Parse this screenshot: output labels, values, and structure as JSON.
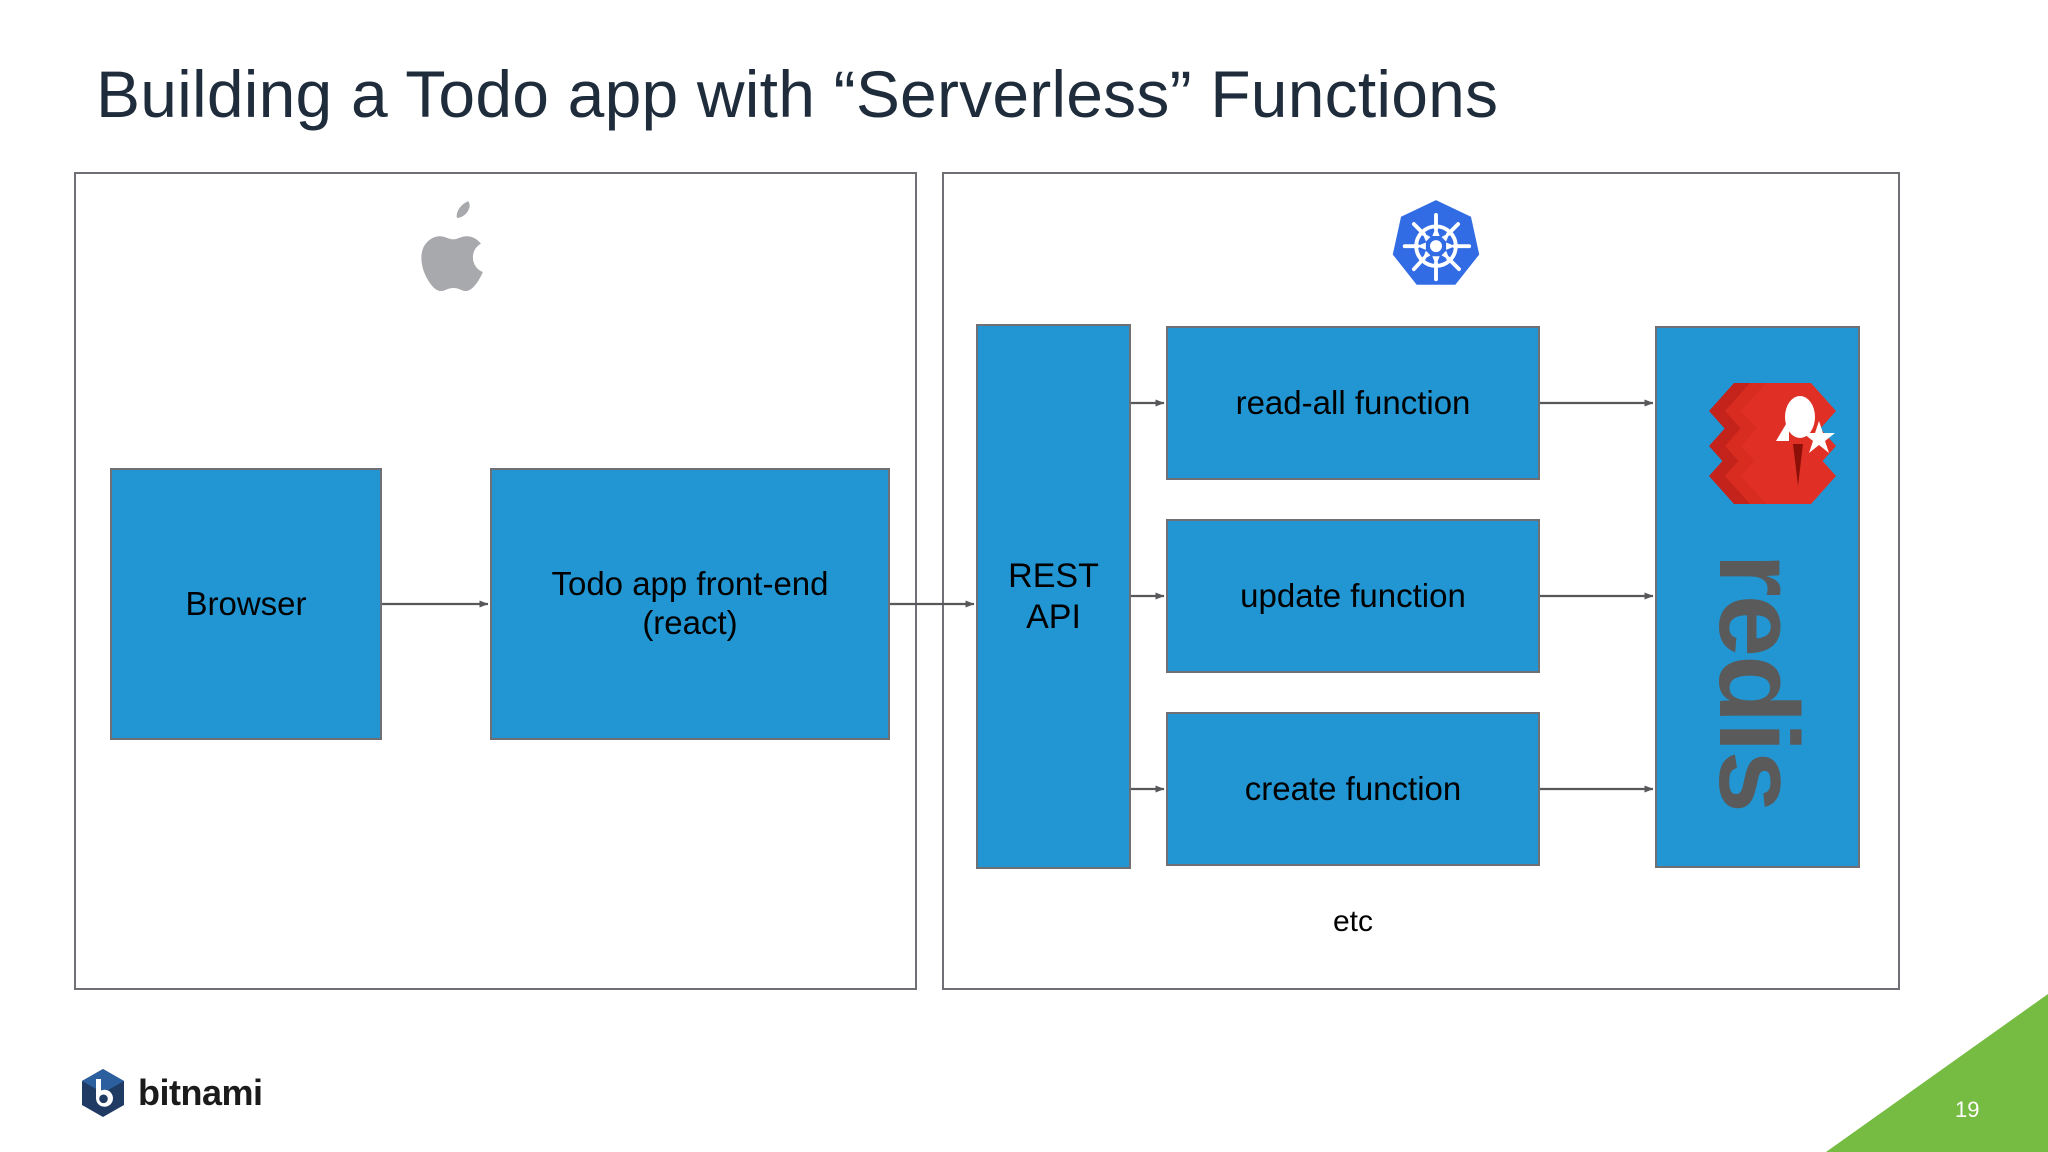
{
  "slide": {
    "title": "Building a Todo app with “Serverless” Functions",
    "page_number": "19",
    "title_color": "#1f2c3b",
    "background_color": "#ffffff",
    "accent_green": "#76bc42",
    "node_fill": "#2196d3",
    "node_border": "#6f6f76"
  },
  "panels": [
    {
      "id": "client",
      "name": "client-panel",
      "platform_icon": "apple-logo"
    },
    {
      "id": "cluster",
      "name": "cluster-panel",
      "platform_icon": "kubernetes-logo"
    }
  ],
  "nodes": {
    "browser": {
      "label": "Browser"
    },
    "frontend": {
      "label": "Todo app front-end\n(react)"
    },
    "rest_api": {
      "label": "REST\nAPI"
    },
    "read_all": {
      "label": "read-all function"
    },
    "update": {
      "label": "update function"
    },
    "create": {
      "label": "create function"
    },
    "redis": {
      "label": "",
      "logo_wordmark": "redis",
      "logo_name": "redis-logo"
    }
  },
  "captions": {
    "etc": "etc"
  },
  "footer": {
    "brand": "bitnami",
    "brand_mark": "bitnami-hexagon-logo"
  },
  "icons": {
    "apple": "apple-logo",
    "kubernetes": "kubernetes-logo",
    "redis": "redis-logo"
  },
  "connectors": [
    {
      "from": "browser",
      "to": "frontend",
      "name": "arrow-browser-to-frontend"
    },
    {
      "from": "frontend",
      "to": "rest_api",
      "name": "arrow-frontend-to-restapi"
    },
    {
      "from": "rest_api",
      "to": "read_all",
      "name": "arrow-restapi-to-readall"
    },
    {
      "from": "rest_api",
      "to": "update",
      "name": "arrow-restapi-to-update"
    },
    {
      "from": "rest_api",
      "to": "create",
      "name": "arrow-restapi-to-create"
    },
    {
      "from": "read_all",
      "to": "redis",
      "name": "arrow-readall-to-redis"
    },
    {
      "from": "update",
      "to": "redis",
      "name": "arrow-update-to-redis"
    },
    {
      "from": "create",
      "to": "redis",
      "name": "arrow-create-to-redis"
    }
  ]
}
